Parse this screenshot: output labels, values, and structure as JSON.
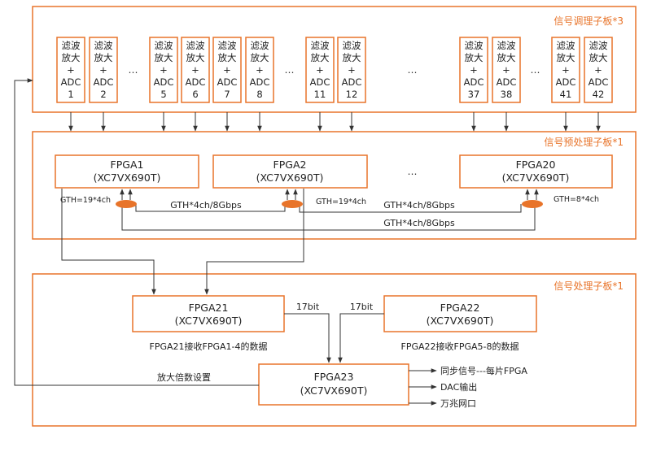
{
  "colors": {
    "accent": "#e8742a",
    "connector_fill": "#e8742a",
    "line": "#333333"
  },
  "panels": {
    "conditioning_title": "信号调理子板*3",
    "preprocessing_title": "信号预处理子板*1",
    "processing_title": "信号处理子板*1"
  },
  "adc_boxes": [
    {
      "l1": "滤波",
      "l2": "放大",
      "l3": "+",
      "l4": "ADC",
      "num": "1"
    },
    {
      "l1": "滤波",
      "l2": "放大",
      "l3": "+",
      "l4": "ADC",
      "num": "2"
    },
    {
      "l1": "滤波",
      "l2": "放大",
      "l3": "+",
      "l4": "ADC",
      "num": "5"
    },
    {
      "l1": "滤波",
      "l2": "放大",
      "l3": "+",
      "l4": "ADC",
      "num": "6"
    },
    {
      "l1": "滤波",
      "l2": "放大",
      "l3": "+",
      "l4": "ADC",
      "num": "7"
    },
    {
      "l1": "滤波",
      "l2": "放大",
      "l3": "+",
      "l4": "ADC",
      "num": "8"
    },
    {
      "l1": "滤波",
      "l2": "放大",
      "l3": "+",
      "l4": "ADC",
      "num": "11"
    },
    {
      "l1": "滤波",
      "l2": "放大",
      "l3": "+",
      "l4": "ADC",
      "num": "12"
    },
    {
      "l1": "滤波",
      "l2": "放大",
      "l3": "+",
      "l4": "ADC",
      "num": "37"
    },
    {
      "l1": "滤波",
      "l2": "放大",
      "l3": "+",
      "l4": "ADC",
      "num": "38"
    },
    {
      "l1": "滤波",
      "l2": "放大",
      "l3": "+",
      "l4": "ADC",
      "num": "41"
    },
    {
      "l1": "滤波",
      "l2": "放大",
      "l3": "+",
      "l4": "ADC",
      "num": "42"
    }
  ],
  "ellipsis": "…",
  "fpgas": {
    "f1": {
      "name": "FPGA1",
      "part": "(XC7VX690T)"
    },
    "f2": {
      "name": "FPGA2",
      "part": "(XC7VX690T)"
    },
    "f20": {
      "name": "FPGA20",
      "part": "(XC7VX690T)"
    },
    "f21": {
      "name": "FPGA21",
      "part": "(XC7VX690T)"
    },
    "f22": {
      "name": "FPGA22",
      "part": "(XC7VX690T)"
    },
    "f23": {
      "name": "FPGA23",
      "part": "(XC7VX690T)"
    }
  },
  "labels": {
    "gth1": "GTH=19*4ch",
    "gth2": "GTH=19*4ch",
    "gth20": "GTH=8*4ch",
    "link_a": "GTH*4ch/8Gbps",
    "link_b": "GTH*4ch/8Gbps",
    "link_c": "GTH*4ch/8Gbps",
    "bus_left": "17bit",
    "bus_right": "17bit",
    "f21_note": "FPGA21接收FPGA1-4的数据",
    "f22_note": "FPGA22接收FPGA5-8的数据",
    "gain_setting": "放大倍数设置",
    "out_sync": "同步信号---每片FPGA",
    "out_dac": "DAC输出",
    "out_eth": "万兆网口"
  }
}
